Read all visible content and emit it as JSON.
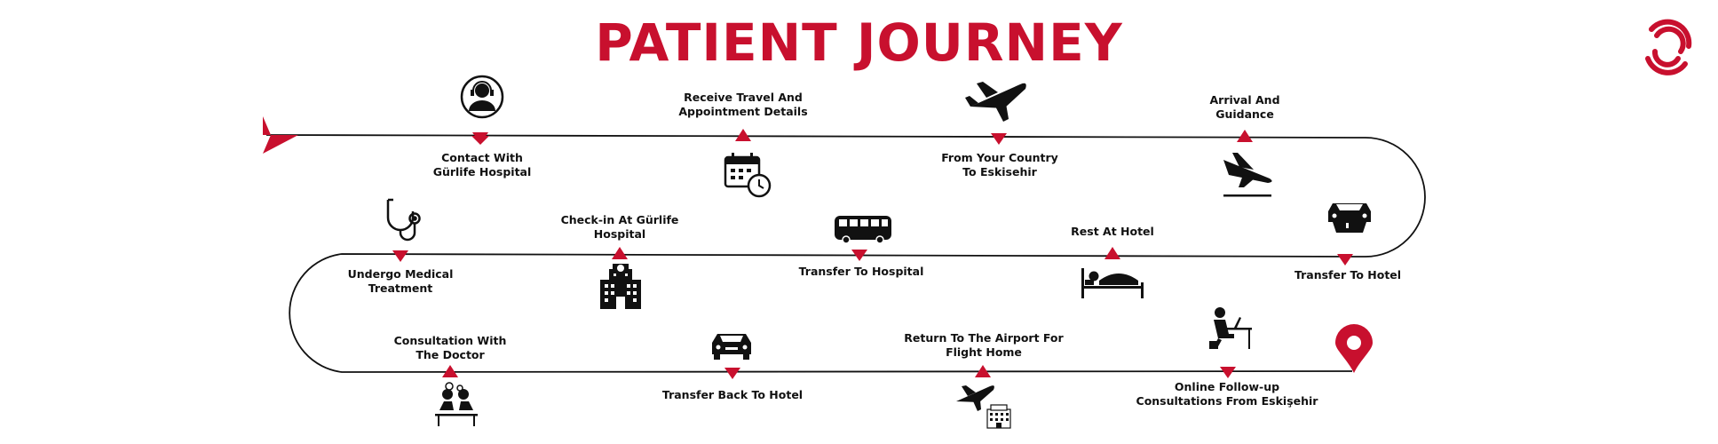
{
  "title": "PATIENT JOURNEY",
  "colors": {
    "accent": "#c8102e",
    "line": "#111111",
    "text": "#111111"
  },
  "logo": {
    "icon": "gurlife-logo-icon"
  },
  "steps": [
    {
      "lines": [
        "Contact With",
        "Gürlife Hospital"
      ],
      "icon": "call-center-agent-icon"
    },
    {
      "lines": [
        "Receive Travel And",
        "Appointment Details"
      ],
      "icon": "calendar-clock-icon"
    },
    {
      "lines": [
        "From Your Country",
        "To Eskisehir"
      ],
      "icon": "airplane-icon"
    },
    {
      "lines": [
        "Arrival And",
        "Guidance"
      ],
      "icon": "airplane-landing-icon"
    },
    {
      "lines": [
        "Transfer To Hotel"
      ],
      "icon": "car-on-road-icon"
    },
    {
      "lines": [
        "Rest At Hotel"
      ],
      "icon": "bed-icon"
    },
    {
      "lines": [
        "Transfer To Hospital"
      ],
      "icon": "bus-icon"
    },
    {
      "lines": [
        "Check-in At Gürlife",
        "Hospital"
      ],
      "icon": "hospital-building-icon"
    },
    {
      "lines": [
        "Undergo Medical",
        "Treatment"
      ],
      "icon": "stethoscope-icon"
    },
    {
      "lines": [
        "Consultation With",
        "The Doctor"
      ],
      "icon": "doctor-consultation-icon"
    },
    {
      "lines": [
        "Transfer Back To Hotel"
      ],
      "icon": "car-icon"
    },
    {
      "lines": [
        "Return To The Airport For",
        "Flight Home"
      ],
      "icon": "airplane-hotel-icon"
    },
    {
      "lines": [
        "Online Follow-up",
        "Consultations From Eskişehir"
      ],
      "icon": "person-at-laptop-icon"
    }
  ],
  "start_icon": "start-arrow-icon",
  "end_icon": "location-pin-icon"
}
